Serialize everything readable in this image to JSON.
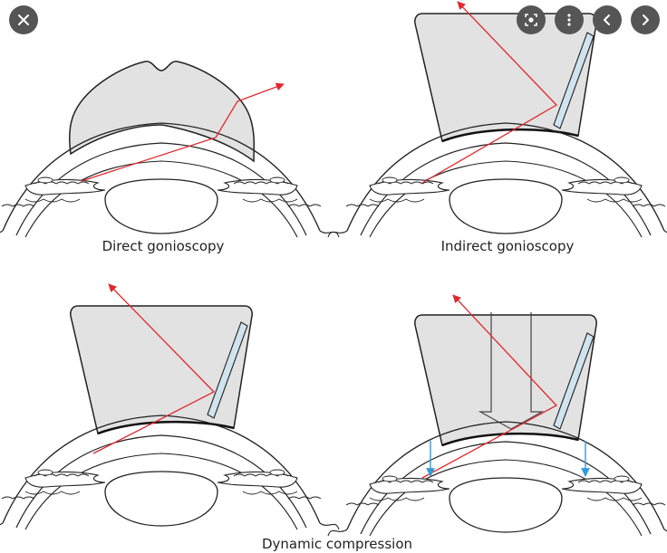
{
  "captions": {
    "direct": "Direct gonioscopy",
    "indirect": "Indirect gonioscopy",
    "dynamic": "Dynamic compression"
  },
  "controls": {
    "close": "close-icon",
    "lens": "lens-search-icon",
    "more": "more-vertical-icon",
    "prev": "chevron-left-icon",
    "next": "chevron-right-icon"
  },
  "colors": {
    "lens_fill": "#e2e2e2",
    "outline": "#222222",
    "light_ray": "#e0282d",
    "mirror_fill": "#cfe4ee",
    "compression_arrow": "#2f9bd6",
    "overlay_button": "#555555"
  }
}
